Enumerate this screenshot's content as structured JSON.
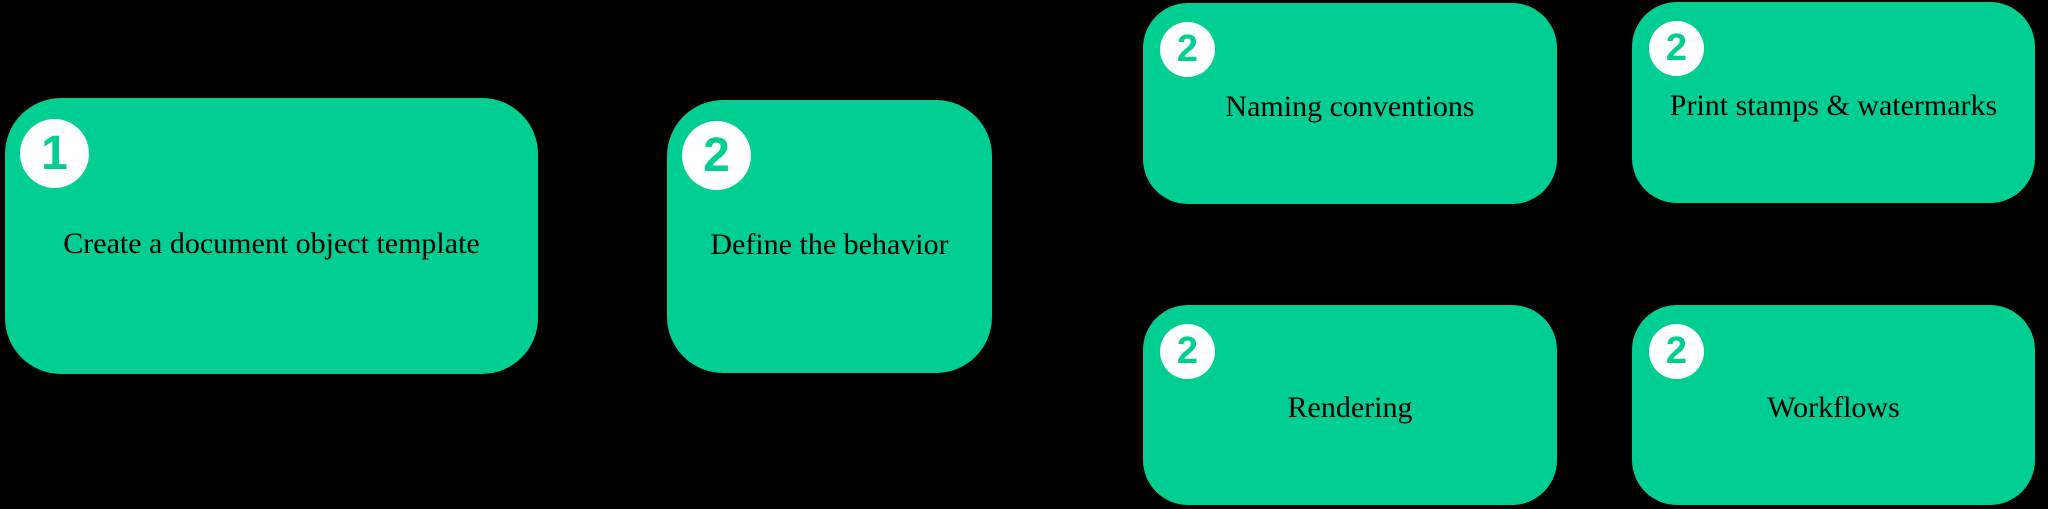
{
  "colors": {
    "background": "#000000",
    "card": "#00CE92",
    "card_text": "#000000",
    "badge_bg": "#FFFFFF",
    "badge_text": "#00CE92"
  },
  "cards": [
    {
      "badge": "1",
      "label": "Create a document object template"
    },
    {
      "badge": "2",
      "label": "Define the behavior"
    },
    {
      "badge": "2",
      "label": "Naming conventions"
    },
    {
      "badge": "2",
      "label": "Print stamps & watermarks"
    },
    {
      "badge": "2",
      "label": "Rendering"
    },
    {
      "badge": "2",
      "label": "Workflows"
    }
  ]
}
